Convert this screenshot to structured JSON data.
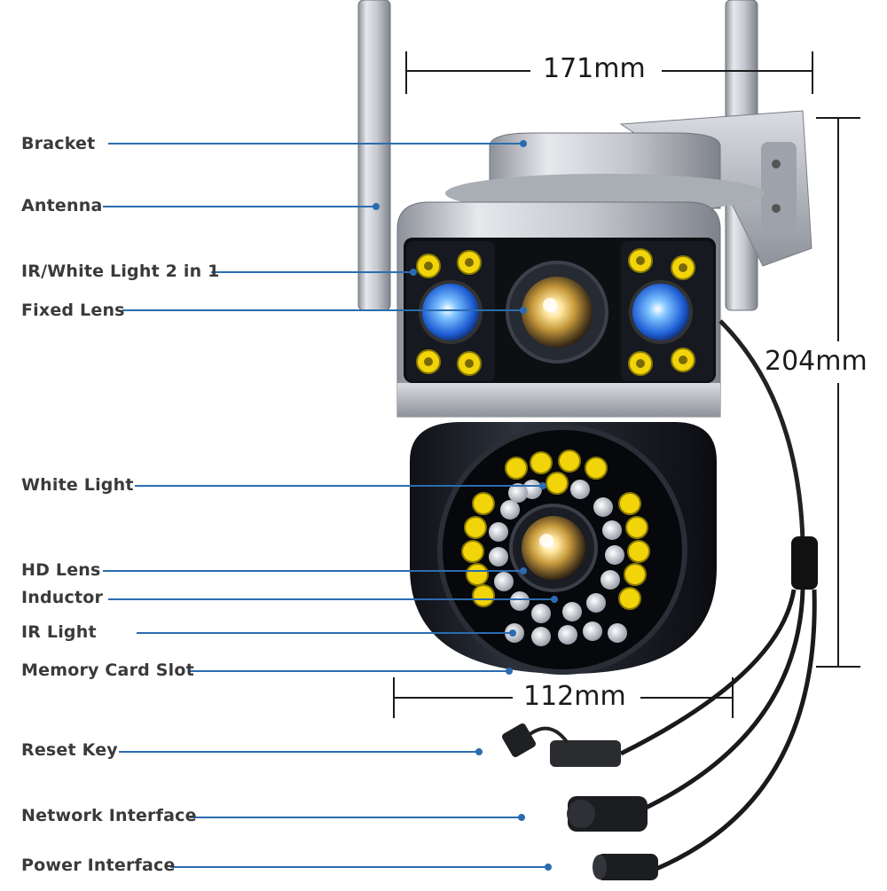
{
  "labels": {
    "bracket": "Bracket",
    "antenna": "Antenna",
    "ir_white_light": "IR/White Light 2 in 1",
    "fixed_lens": "Fixed Lens",
    "white_light": "White Light",
    "hd_lens": "HD Lens",
    "inductor": "Inductor",
    "ir_light": "IR Light",
    "memory_card_slot": "Memory Card Slot",
    "reset_key": "Reset Key",
    "network_interface": "Network Interface",
    "power_interface": "Power Interface"
  },
  "dimensions": {
    "width_top": "171mm",
    "height": "204mm",
    "width_bottom": "112mm"
  },
  "colors": {
    "callout_line": "#2b6cb0",
    "ir_led": "#f2d40a",
    "body_dark": "#1c1f26",
    "body_silver": "#b8bcc4"
  }
}
